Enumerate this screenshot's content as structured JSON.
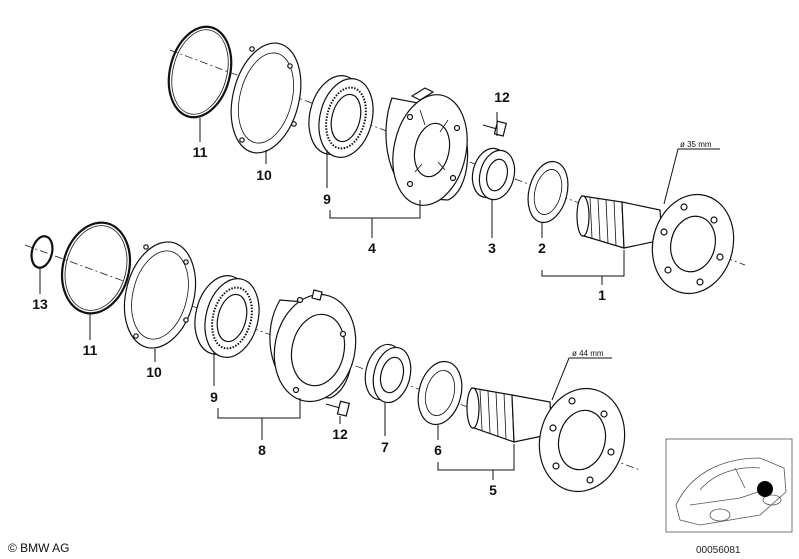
{
  "callouts": {
    "n1": "1",
    "n2": "2",
    "n3": "3",
    "n4": "4",
    "n5": "5",
    "n6": "6",
    "n7": "7",
    "n8": "8",
    "n9_top": "9",
    "n9_bottom": "9",
    "n10_top": "10",
    "n10_bottom": "10",
    "n11_top": "11",
    "n11_bottom": "11",
    "n12_top": "12",
    "n12_bottom": "12",
    "n13": "13"
  },
  "dimensions": {
    "top_flange": "ø 35 mm",
    "bottom_flange": "ø 44 mm"
  },
  "footer": {
    "copyright": "© BMW AG",
    "drawing_number": "00056081"
  },
  "thumbnail": {
    "icon": "car-location-icon",
    "marker_color": "#000000"
  }
}
